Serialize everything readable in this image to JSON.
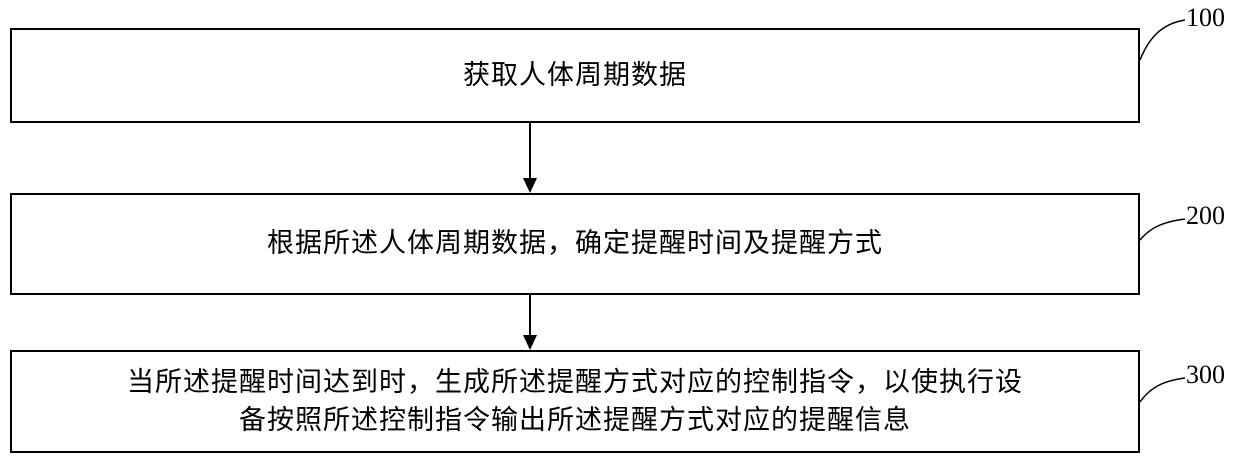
{
  "steps": [
    {
      "ref": "100",
      "text": "获取人体周期数据"
    },
    {
      "ref": "200",
      "text": "根据所述人体周期数据，确定提醒时间及提醒方式"
    },
    {
      "ref": "300",
      "line1": "当所述提醒时间达到时，生成所述提醒方式对应的控制指令，以使执行设",
      "line2": "备按照所述控制指令输出所述提醒方式对应的提醒信息"
    }
  ],
  "colors": {
    "stroke": "#000000",
    "background": "#ffffff"
  }
}
